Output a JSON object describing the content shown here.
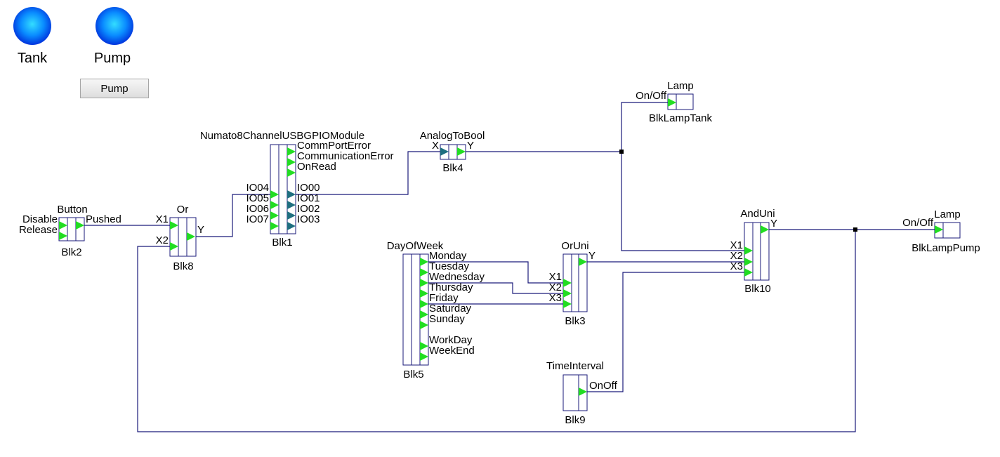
{
  "indicators": {
    "tank_label": "Tank",
    "pump_label": "Pump"
  },
  "pump_button_label": "Pump",
  "colors": {
    "wire": "#1a1a7a",
    "input_pin": "#22dd22",
    "io_pin": "#1f6f80",
    "led": "#0066ff"
  },
  "blocks": {
    "blk2": {
      "type": "Button",
      "name": "Blk2",
      "inputs": [
        "Disable",
        "Release"
      ],
      "outputs": [
        "Pushed"
      ]
    },
    "blk8": {
      "type": "Or",
      "name": "Blk8",
      "inputs": [
        "X1",
        "X2"
      ],
      "outputs": [
        "Y"
      ]
    },
    "blk1": {
      "type": "Numato8ChannelUSBGPIOModule",
      "name": "Blk1",
      "inputs": [
        "IO04",
        "IO05",
        "IO06",
        "IO07"
      ],
      "outputs": [
        "CommPortError",
        "CommunicationError",
        "OnRead",
        "IO00",
        "IO01",
        "IO02",
        "IO03"
      ]
    },
    "blk4": {
      "type": "AnalogToBool",
      "name": "Blk4",
      "inputs": [
        "X"
      ],
      "outputs": [
        "Y"
      ]
    },
    "blk_lamp_tank": {
      "type": "Lamp",
      "name": "BlkLampTank",
      "inputs": [
        "On/Off"
      ]
    },
    "blk5": {
      "type": "DayOfWeek",
      "name": "Blk5",
      "outputs": [
        "Monday",
        "Tuesday",
        "Wednesday",
        "Thursday",
        "Friday",
        "Saturday",
        "Sunday",
        "WorkDay",
        "WeekEnd"
      ]
    },
    "blk3": {
      "type": "OrUni",
      "name": "Blk3",
      "inputs": [
        "X1",
        "X2",
        "X3"
      ],
      "outputs": [
        "Y"
      ]
    },
    "blk9": {
      "type": "TimeInterval",
      "name": "Blk9",
      "outputs": [
        "OnOff"
      ]
    },
    "blk10": {
      "type": "AndUni",
      "name": "Blk10",
      "inputs": [
        "X1",
        "X2",
        "X3"
      ],
      "outputs": [
        "Y"
      ]
    },
    "blk_lamp_pump": {
      "type": "Lamp",
      "name": "BlkLampPump",
      "inputs": [
        "On/Off"
      ]
    }
  }
}
